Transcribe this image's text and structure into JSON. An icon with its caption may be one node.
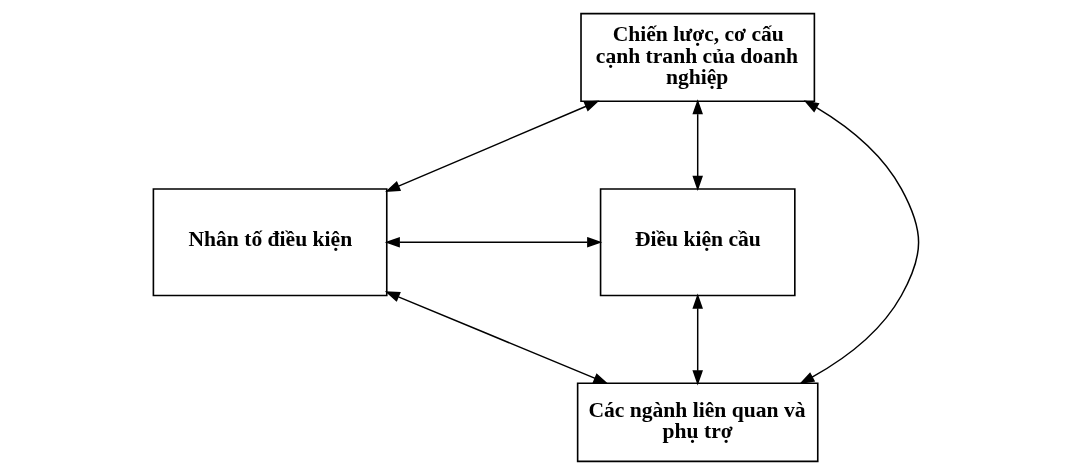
{
  "diagram": {
    "nodes": [
      {
        "text": [
          "Chiến lược, cơ cấu cạnh tranh của doanh nghiệp"
        ]
      },
      {
        "text": [
          "Nhân tố điều kiện"
        ]
      },
      {
        "text": [
          "Điều kiện cầu"
        ]
      },
      {
        "text": [
          "Các ngành liên quan và phụ trợ"
        ]
      }
    ],
    "edges": [
      {
        "from": 0,
        "to": 1,
        "arrow": "both"
      },
      {
        "from": 0,
        "to": 2,
        "arrow": "both"
      },
      {
        "from": 1,
        "to": 2,
        "arrow": "both"
      },
      {
        "from": 0,
        "to": 3,
        "arrow": "both"
      },
      {
        "from": 1,
        "to": 3,
        "arrow": "both"
      },
      {
        "from": 2,
        "to": 3,
        "arrow": "both"
      }
    ]
  }
}
